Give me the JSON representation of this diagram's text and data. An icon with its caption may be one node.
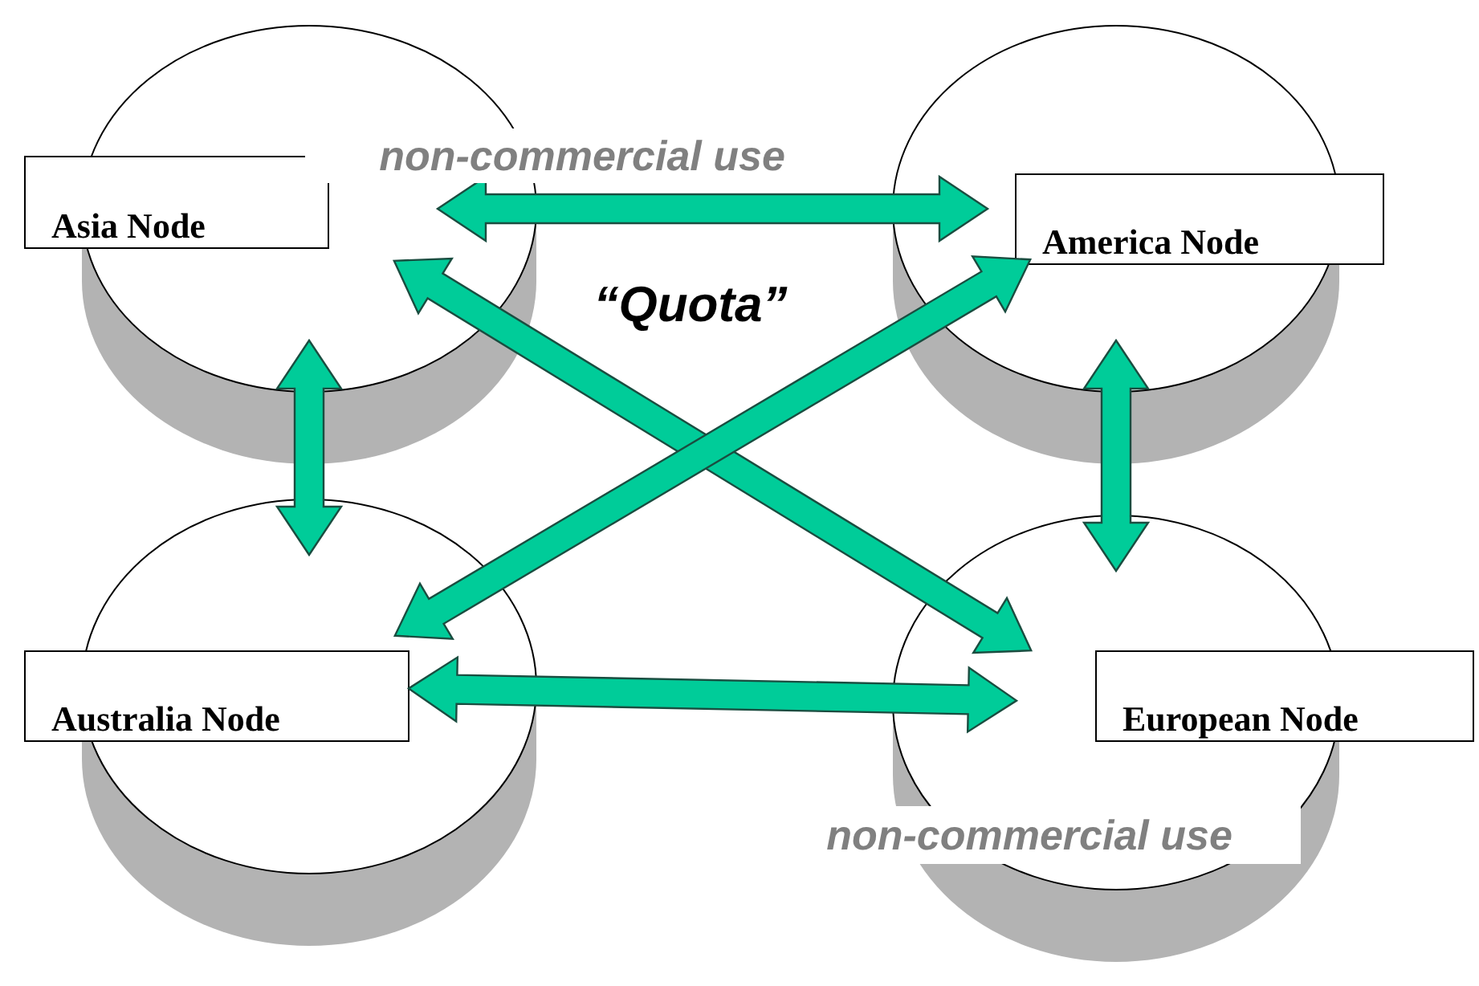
{
  "diagram": {
    "nodes": [
      {
        "text": [
          "Asia Node"
        ]
      },
      {
        "text": [
          "America Node"
        ]
      },
      {
        "text": [
          "Australia Node"
        ]
      },
      {
        "text": [
          "European Node"
        ]
      }
    ],
    "edges": [
      {
        "from": 0,
        "to": 1,
        "arrow": "both"
      },
      {
        "from": 0,
        "to": 2,
        "arrow": "both"
      },
      {
        "from": 1,
        "to": 3,
        "arrow": "both"
      },
      {
        "from": 2,
        "to": 3,
        "arrow": "both"
      },
      {
        "from": 0,
        "to": 3,
        "arrow": "both"
      },
      {
        "from": 2,
        "to": 1,
        "arrow": "both"
      }
    ],
    "labels": [
      "non-commercial use",
      "“Quota”",
      "non-commercial use"
    ]
  }
}
